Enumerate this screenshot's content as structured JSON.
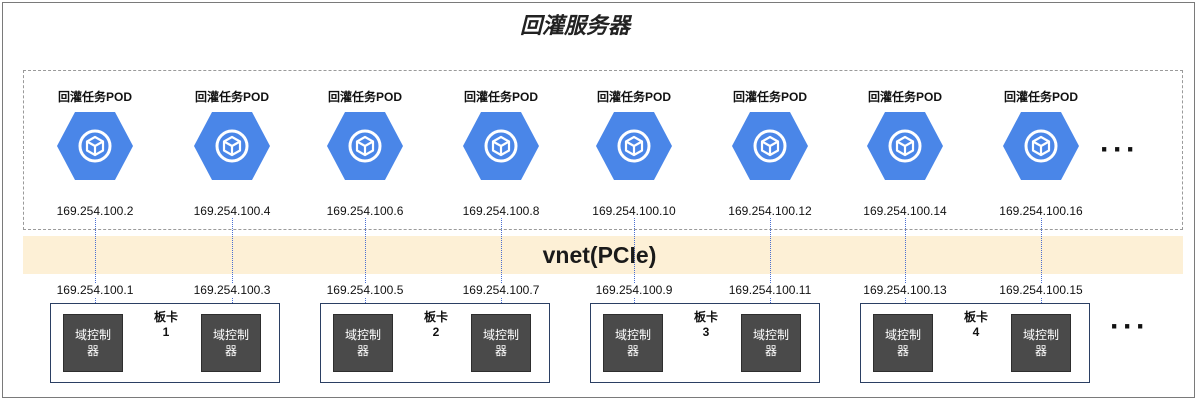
{
  "title": "回灌服务器",
  "pod_label": "回灌任务POD",
  "pod_icon": "kubernetes-pod-icon",
  "pod_color": "#4a86e8",
  "vnet_label": "vnet(PCIe)",
  "pod_ips": [
    "169.254.100.2",
    "169.254.100.4",
    "169.254.100.6",
    "169.254.100.8",
    "169.254.100.10",
    "169.254.100.12",
    "169.254.100.14",
    "169.254.100.16"
  ],
  "host_ips": [
    "169.254.100.1",
    "169.254.100.3",
    "169.254.100.5",
    "169.254.100.7",
    "169.254.100.9",
    "169.254.100.11",
    "169.254.100.13",
    "169.254.100.15"
  ],
  "controller_label": "域控制器",
  "board_word": "板卡",
  "boards": [
    {
      "number": "1"
    },
    {
      "number": "2"
    },
    {
      "number": "3"
    },
    {
      "number": "4"
    }
  ],
  "ellipsis": "···"
}
